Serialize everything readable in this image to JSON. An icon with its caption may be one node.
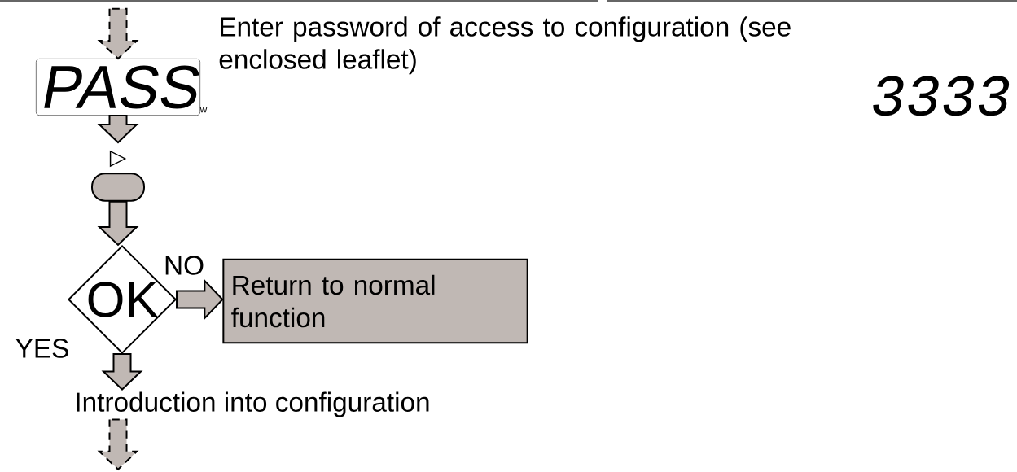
{
  "diagram": {
    "nodes": [
      {
        "text": [
          "PASS"
        ],
        "beside": [
          "w"
        ]
      },
      {
        "text": [],
        "shape": "button",
        "beside": [
          "▷"
        ]
      },
      {
        "text": [
          "OK"
        ]
      },
      {
        "text": [
          "Return to normal function"
        ]
      },
      {
        "text": [
          "Introduction into configuration"
        ]
      }
    ],
    "edges": [
      {
        "from": null,
        "to": 0,
        "arrow": "to",
        "style": "dashed"
      },
      {
        "from": 0,
        "to": 1,
        "arrow": "to"
      },
      {
        "from": 1,
        "to": 2,
        "arrow": "to"
      },
      {
        "from": 2,
        "to": 3,
        "arrow": "to",
        "label": "NO"
      },
      {
        "from": 2,
        "to": 4,
        "arrow": "to",
        "label": "YES"
      },
      {
        "from": 4,
        "to": null,
        "arrow": "to",
        "style": "dashed"
      }
    ],
    "labels": [
      "Enter password of access to configuration (see enclosed leaflet)",
      "3333"
    ]
  }
}
